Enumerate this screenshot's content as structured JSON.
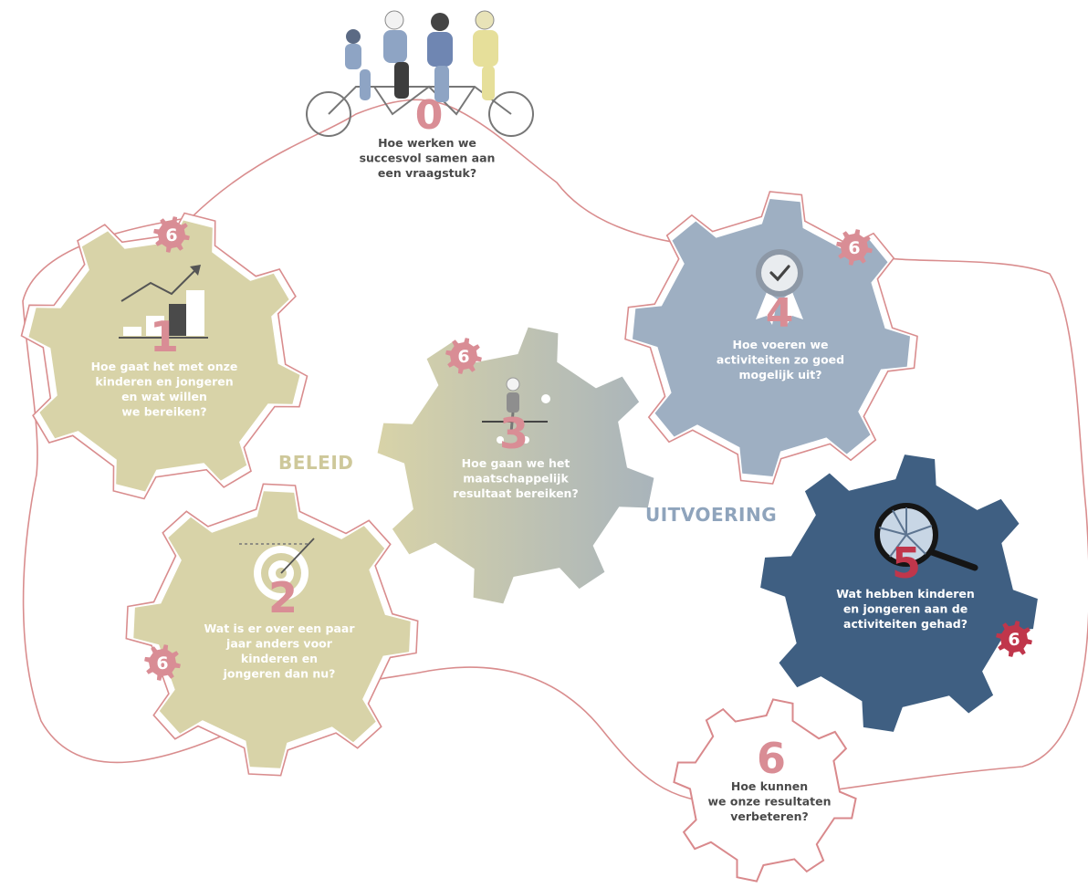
{
  "stages": [
    {
      "number": "0",
      "question": [
        "Hoe werken we",
        "succesvol samen aan",
        "een vraagstuk?"
      ]
    },
    {
      "number": "1",
      "question": [
        "Hoe gaat het met onze",
        "kinderen en jongeren",
        "en wat willen",
        "we bereiken?"
      ]
    },
    {
      "number": "2",
      "question": [
        "Wat is er over een paar",
        "jaar anders voor",
        "kinderen en",
        "jongeren dan nu?"
      ]
    },
    {
      "number": "3",
      "question": [
        "Hoe gaan we het",
        "maatschappelijk",
        "resultaat bereiken?"
      ]
    },
    {
      "number": "4",
      "question": [
        "Hoe voeren we",
        "activiteiten zo goed",
        "mogelijk uit?"
      ]
    },
    {
      "number": "5",
      "question": [
        "Wat hebben kinderen",
        "en jongeren aan de",
        "activiteiten gehad?"
      ]
    },
    {
      "number": "6",
      "question": [
        "Hoe kunnen",
        "we onze resultaten",
        "verbeteren?"
      ]
    }
  ],
  "small_badge_label": "6",
  "sections": {
    "beleid": "BELEID",
    "uitvoering": "UITVOERING"
  },
  "icons": {
    "stage0": "family-tandem-bicycle-icon",
    "stage1": "rising-bar-chart-icon",
    "stage2": "target-arrow-icon",
    "stage3": "child-on-scooter-icon",
    "stage4": "award-rosette-icon",
    "stage5": "magnifying-glass-icon"
  },
  "colors": {
    "beleid_gear": "#d8d3a8",
    "stage3_gear_grey": "#adb5ba",
    "stage4_gear": "#9eafc2",
    "stage5_gear": "#3f5f82",
    "stage6_outline": "#d9898c",
    "path_line": "#d98d8e",
    "number_pink": "#d98d95",
    "number_red": "#c0364b",
    "badge_pink": "#d98d95",
    "badge_red": "#c0364b",
    "beleid_label": "#cec89a",
    "uitvoering_label": "#8fa4bc"
  }
}
